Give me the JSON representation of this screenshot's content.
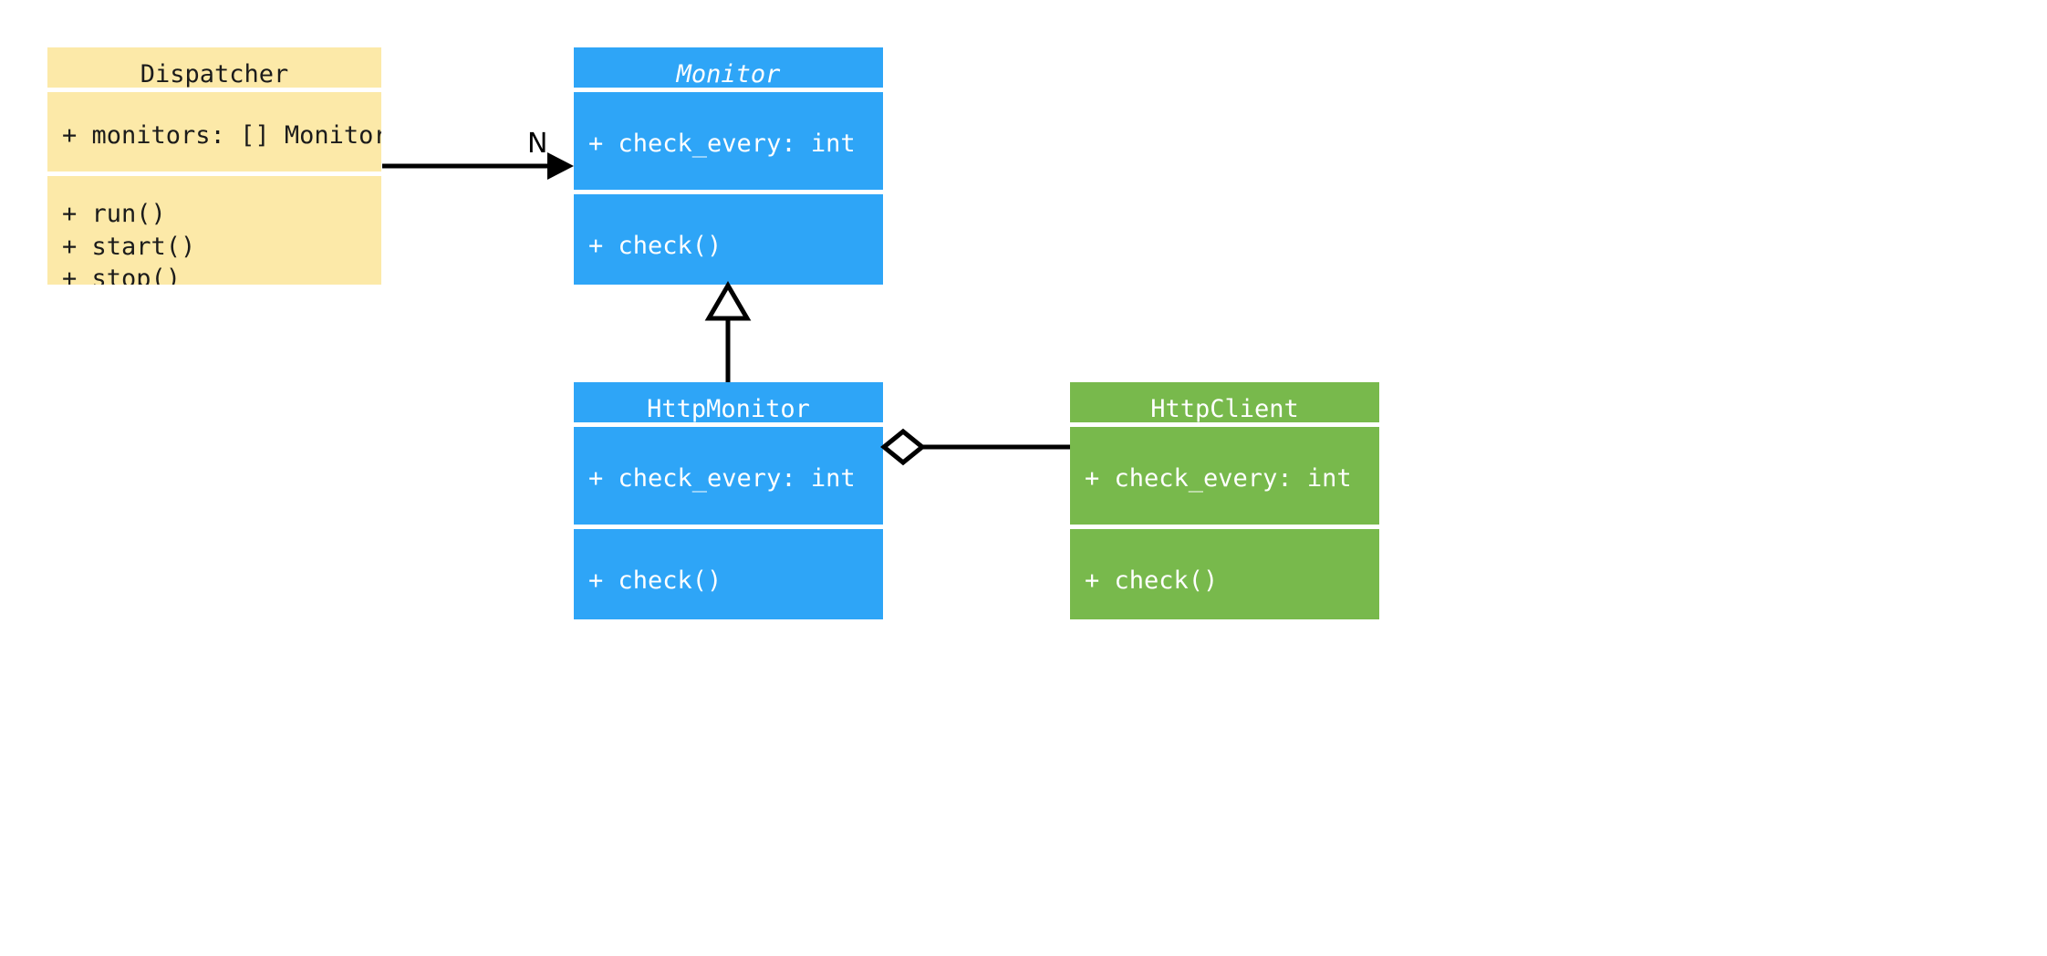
{
  "diagram": {
    "kind": "uml-class-diagram",
    "background": "#ffffff",
    "palette": {
      "yellow": "#fce9a8",
      "blue": "#2ea5f7",
      "green": "#78b94c",
      "line": "#000000",
      "text_dark": "#1b1b1b",
      "text_light": "#ffffff"
    }
  },
  "classes": {
    "dispatcher": {
      "name": "Dispatcher",
      "abstract": false,
      "color": "#fce9a8",
      "attributes": "+ monitors: [] Monitor",
      "methods": "+ run()\n+ start()\n+ stop()"
    },
    "monitor": {
      "name": "Monitor",
      "abstract": true,
      "color": "#2ea5f7",
      "attributes": "+ check_every: int",
      "methods": "+ check()"
    },
    "http_monitor": {
      "name": "HttpMonitor",
      "abstract": false,
      "color": "#2ea5f7",
      "attributes": "+ check_every: int",
      "methods": "+ check()"
    },
    "http_client": {
      "name": "HttpClient",
      "abstract": false,
      "color": "#78b94c",
      "attributes": "+ check_every: int",
      "methods": "+ check()"
    }
  },
  "relations": {
    "dispatcher_to_monitor": {
      "type": "association-directed",
      "from": "Dispatcher",
      "to": "Monitor",
      "multiplicity_label": "N",
      "arrow": "filled-arrow"
    },
    "http_monitor_to_monitor": {
      "type": "generalization",
      "from": "HttpMonitor",
      "to": "Monitor",
      "arrow": "hollow-triangle"
    },
    "http_monitor_to_http_client": {
      "type": "aggregation",
      "from": "HttpMonitor",
      "to": "HttpClient",
      "arrow": "hollow-diamond"
    }
  }
}
